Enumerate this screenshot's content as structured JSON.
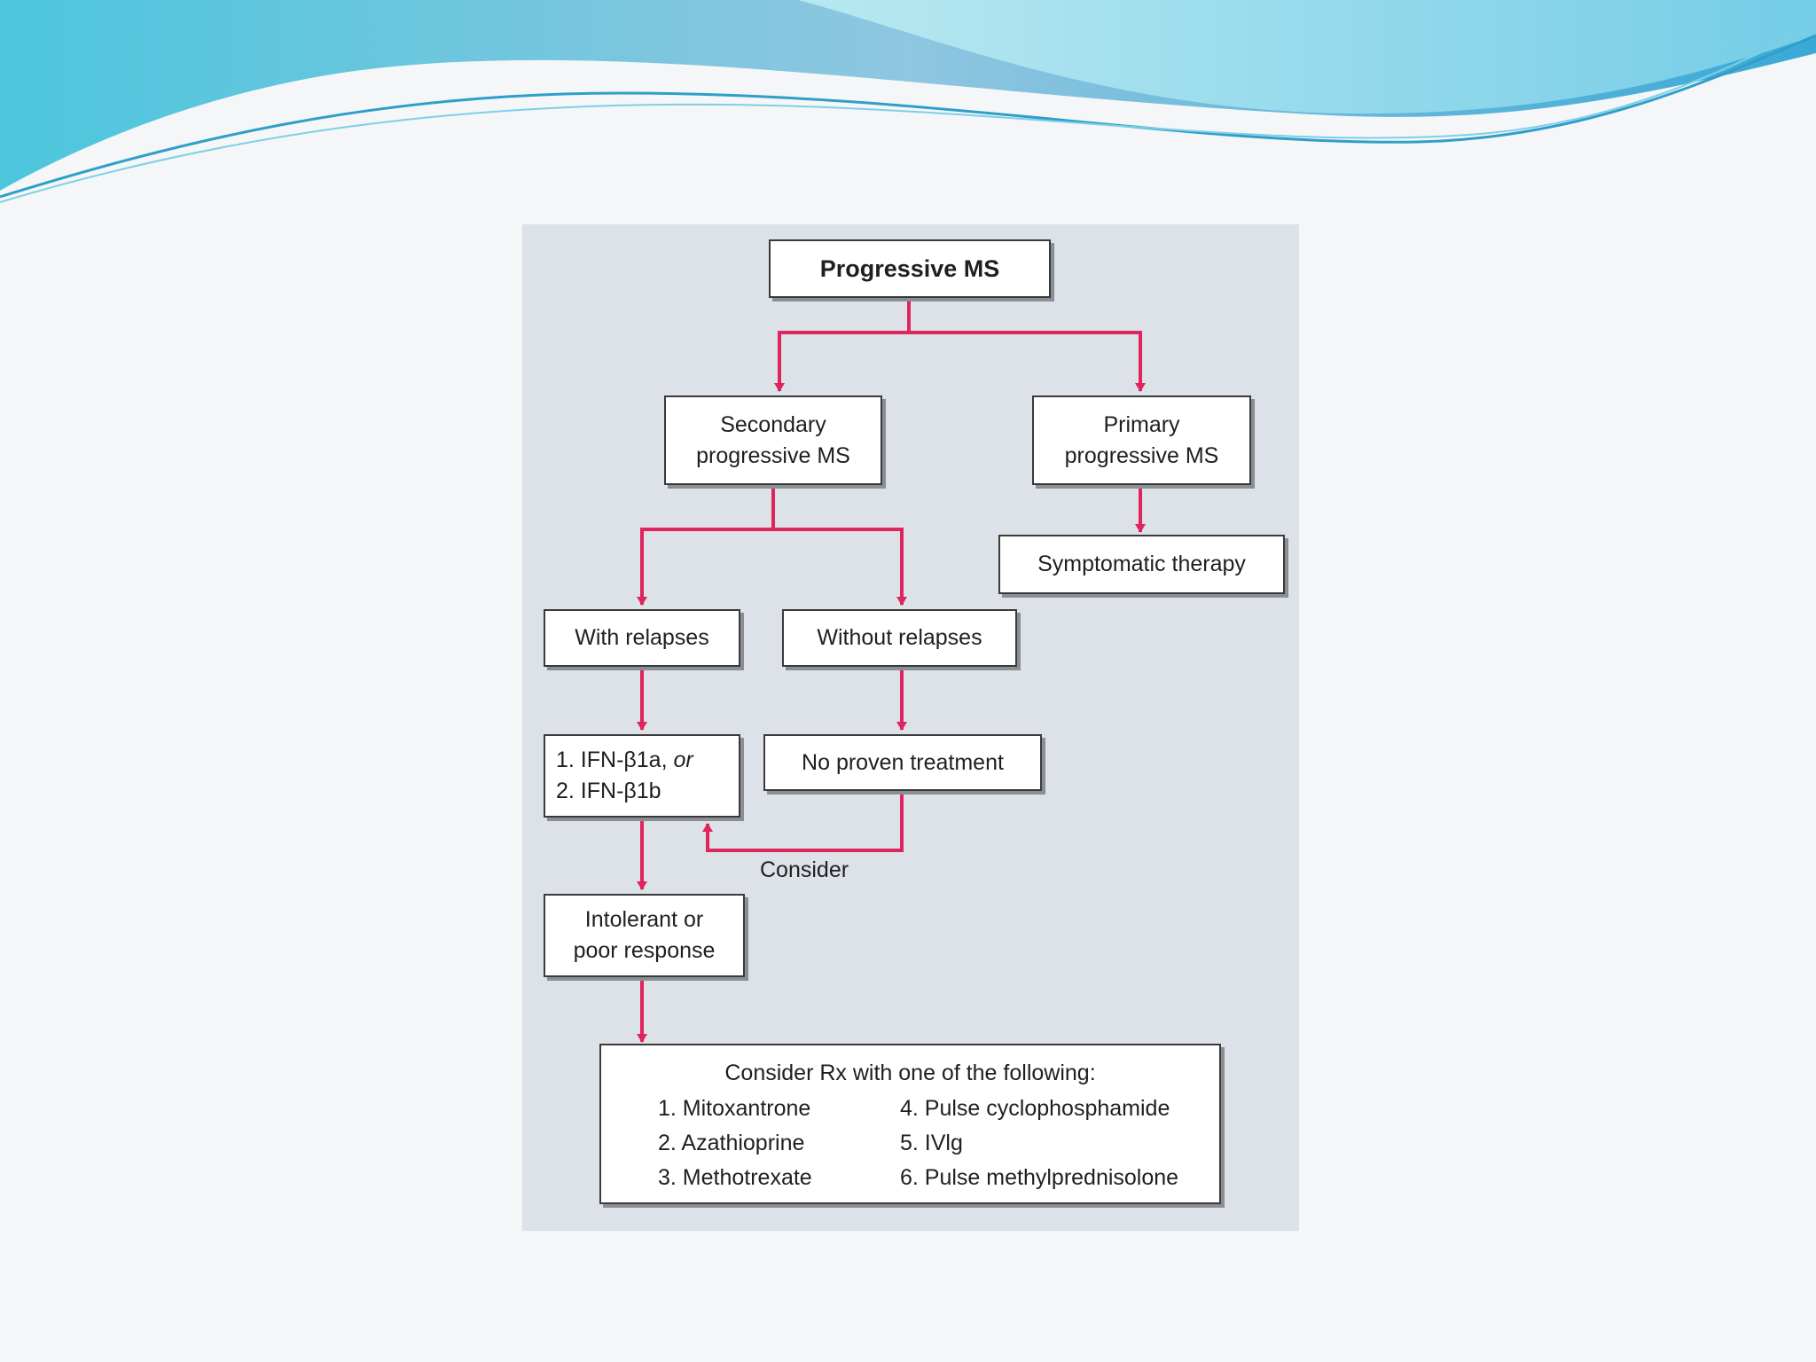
{
  "colors": {
    "connector": "#e0245e",
    "panel": "#dde2e8",
    "node_border": "#3a3a3a",
    "header_wave_light": "#a8e3ea",
    "header_wave_dark": "#3fb3d4"
  },
  "flowchart": {
    "root": "Progressive MS",
    "secondary": {
      "line1": "Secondary",
      "line2": "progressive MS"
    },
    "primary": {
      "line1": "Primary",
      "line2": "progressive MS"
    },
    "symptomatic": "Symptomatic therapy",
    "with_relapses": "With relapses",
    "without_relapses": "Without relapses",
    "ifn": {
      "line1_prefix": "1. IFN-β1a, ",
      "line1_italic": "or",
      "line2": "2. IFN-β1b"
    },
    "no_proven": "No proven treatment",
    "consider": "Consider",
    "intolerant": {
      "line1": "Intolerant or",
      "line2": "poor response"
    },
    "options": {
      "heading": "Consider Rx with one of the following:",
      "left": [
        "1. Mitoxantrone",
        "2. Azathioprine",
        "3. Methotrexate"
      ],
      "right": [
        "4. Pulse cyclophosphamide",
        "5. IVlg",
        "6. Pulse methylprednisolone"
      ]
    }
  }
}
